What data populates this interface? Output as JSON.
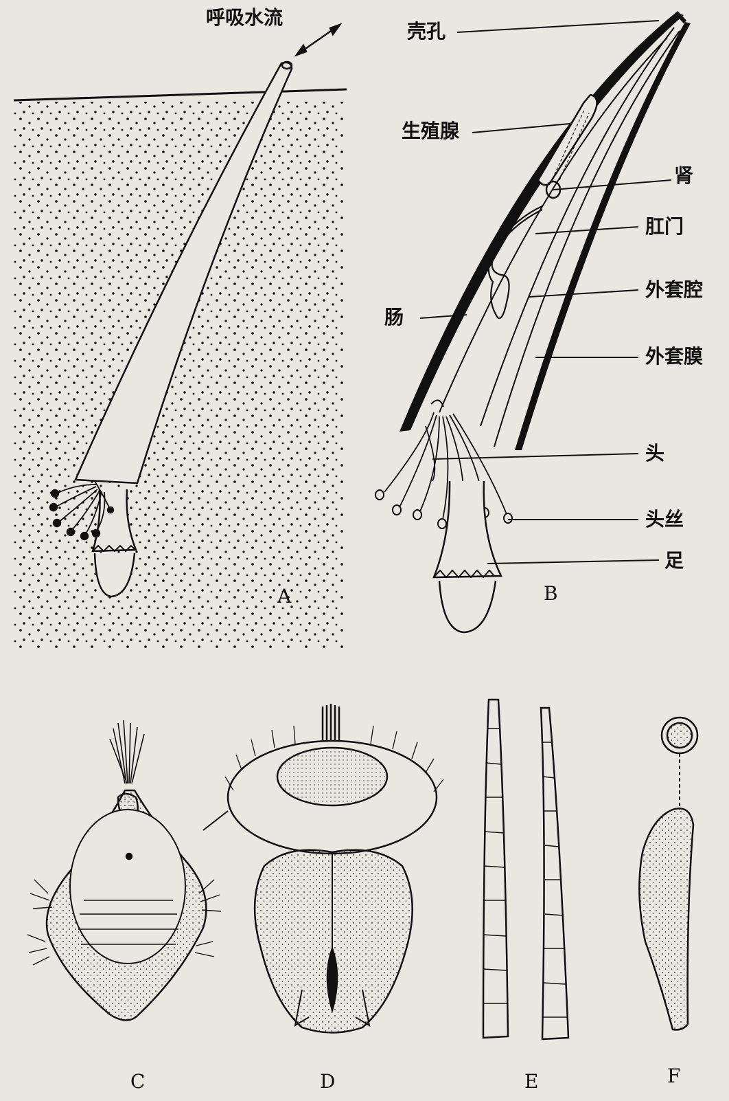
{
  "labels": {
    "water_flow": "呼吸水流",
    "shell_pore": "壳孔",
    "gonad": "生殖腺",
    "kidney": "肾",
    "anus": "肛门",
    "mantle_cavity": "外套腔",
    "intestine": "肠",
    "mantle": "外套膜",
    "head": "头",
    "captacula": "头丝",
    "foot": "足"
  },
  "panels": {
    "A": "A",
    "B": "B",
    "C": "C",
    "D": "D",
    "E": "E",
    "F": "F"
  },
  "colors": {
    "ink": "#111111",
    "paper": "#e9e7e2"
  }
}
